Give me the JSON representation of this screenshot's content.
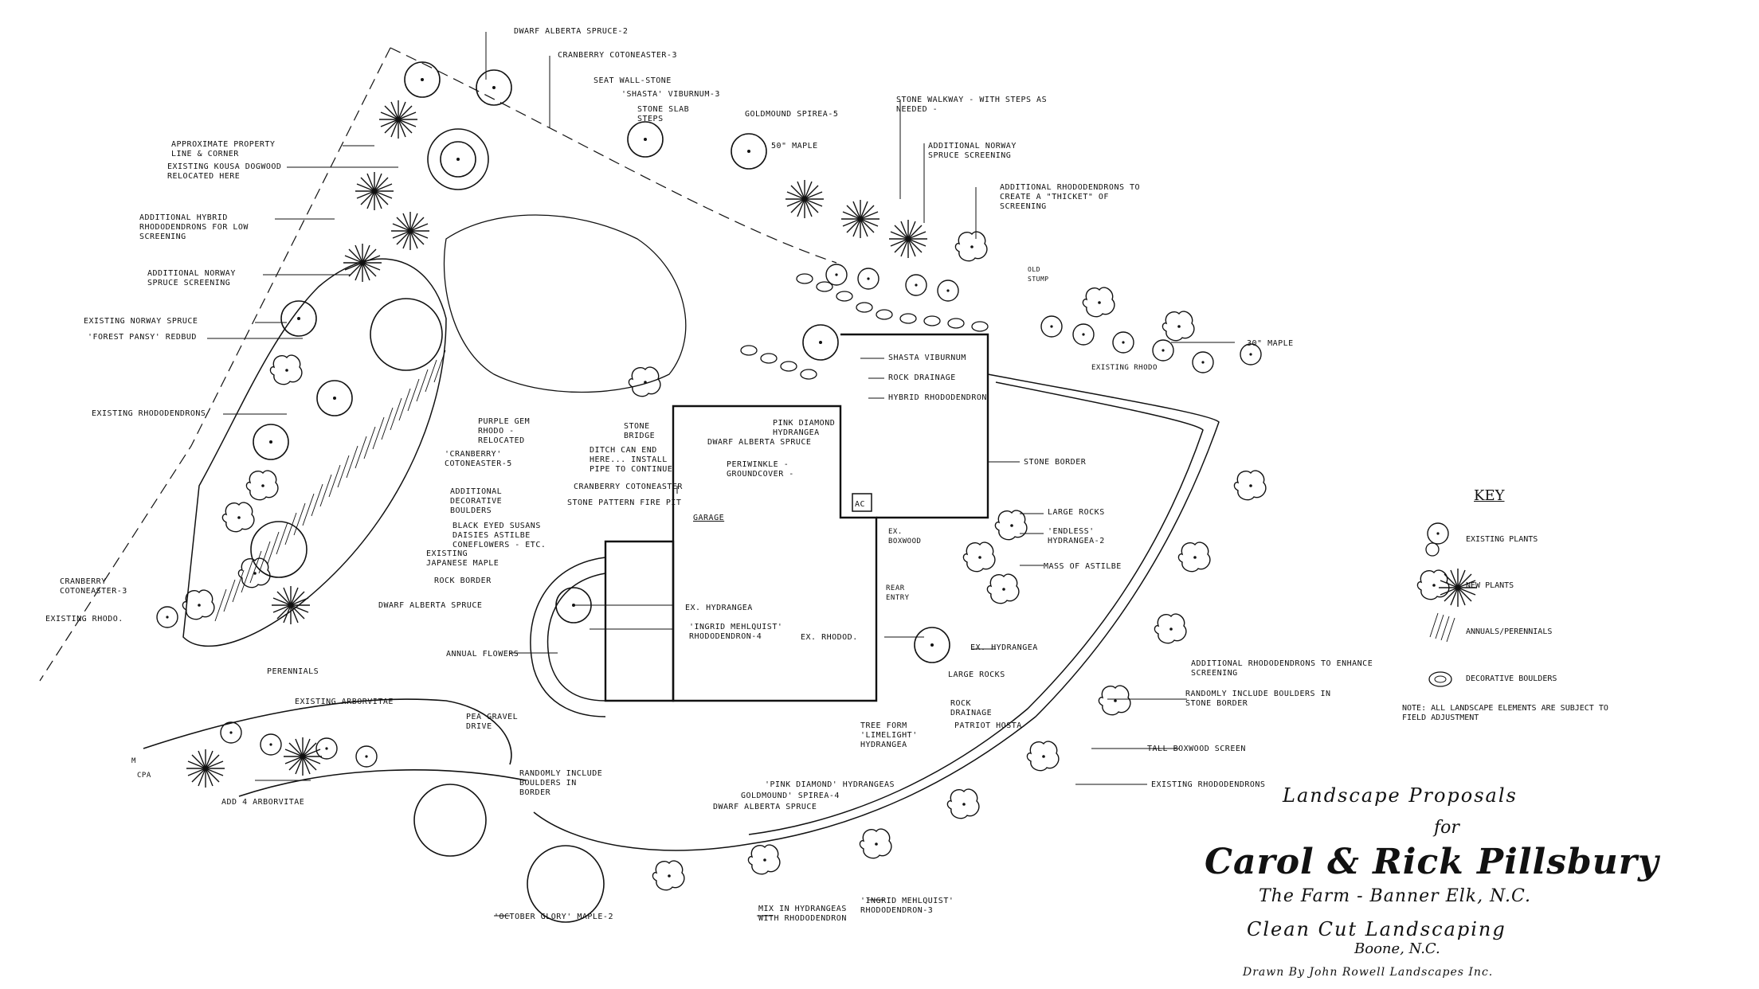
{
  "labels": {
    "dwarf_alberta_spruce_2": "Dwarf Alberta Spruce-2",
    "cranberry_cotoneaster_3_top": "Cranberry Cotoneaster-3",
    "seat_wall_stone": "Seat Wall-Stone",
    "shasta_viburnum_3": "'Shasta' Viburnum-3",
    "stone_slab_steps": "Stone Slab Steps",
    "goldmound_spirea_5": "Goldmound Spirea-5",
    "maple_50": "50\" Maple",
    "stone_walkway": "Stone Walkway - with steps as needed -",
    "additional_norway_spruce_screening_top": "Additional Norway Spruce Screening",
    "additional_rhododendrons_thicket": "Additional Rhododendrons to create a \"Thicket\" of Screening",
    "old_stump": "Old Stump",
    "maple_30": "30\" Maple",
    "existing_rhodo_right": "Existing Rhodo",
    "approx_property_line": "Approximate Property Line & Corner",
    "existing_kousa_dogwood": "Existing Kousa Dogwood Relocated Here",
    "additional_hybrid_rhodo": "Additional Hybrid Rhododendrons for Low Screening",
    "additional_norway_spruce_left": "Additional Norway Spruce Screening",
    "existing_norway_spruce": "Existing Norway Spruce",
    "forest_pansy_redbud": "'Forest Pansy' Redbud",
    "existing_rhododendrons": "Existing Rhododendrons",
    "shasta_viburnum": "Shasta Viburnum",
    "rock_drainage_top": "Rock Drainage",
    "hybrid_rhododendron": "Hybrid Rhododendron",
    "purple_gem_rhodo": "Purple Gem Rhodo - Relocated",
    "stone_bridge": "Stone Bridge",
    "pink_diamond_hydrangea": "Pink Diamond Hydrangea",
    "dwarf_alberta_spruce_mid": "Dwarf Alberta Spruce",
    "periwinkle_groundcover": "Periwinkle - Groundcover -",
    "ditch_can_end": "Ditch can end here... Install pipe to continue",
    "cranberry_cotoneaster_5": "'Cranberry' Cotoneaster-5",
    "cranberry_cotoneaster_mid": "Cranberry Cotoneaster",
    "stone_pattern_fire_pit": "Stone Pattern Fire Pit",
    "stone_border": "Stone Border",
    "additional_decorative_boulders": "Additional Decorative Boulders",
    "black_eyed_susans": "Black Eyed Susans Daisies Astilbe Coneflowers - etc.",
    "existing_japanese_maple": "Existing Japanese Maple",
    "rock_border": "Rock Border",
    "dwarf_alberta_spruce_left": "Dwarf Alberta Spruce",
    "cranberry_cotoneaster_3_left": "Cranberry Cotoneaster-3",
    "existing_rhodo_left": "Existing Rhodo.",
    "perennials": "Perennials",
    "annual_flowers": "Annual Flowers",
    "garage": "Garage",
    "ac": "AC",
    "ex_hydrangea_garage": "Ex. Hydrangea",
    "ingrid_mehlquist_4": "'Ingrid Mehlquist' Rhododendron-4",
    "ex_rhodod": "Ex. Rhodod.",
    "large_rocks_top": "Large Rocks",
    "endless_hydrangea_2": "'Endless' Hydrangea-2",
    "mass_of_astilbe": "Mass of Astilbe",
    "ex_boxwood": "Ex. Boxwood",
    "rear_entry": "Rear Entry",
    "ex_hydrangea_right": "Ex. Hydrangea",
    "large_rocks_bottom": "Large Rocks",
    "additional_rhodo_enhance": "Additional Rhododendrons to enhance screening",
    "randomly_include_boulders_stone": "Randomly include boulders in stone border",
    "rock_drainage_bottom": "Rock Drainage",
    "patriot_hosta": "Patriot Hosta",
    "tall_boxwood_screen": "Tall Boxwood Screen",
    "existing_rhododendrons_right": "Existing Rhododendrons",
    "tree_form_limelight": "Tree Form 'Limelight' Hydrangea",
    "pink_diamond_hydrangeas": "'Pink Diamond' Hydrangeas",
    "goldmound_spirea_4": "Goldmound' Spirea-4",
    "dwarf_alberta_spruce_bottom": "Dwarf Alberta Spruce",
    "existing_arborvitae": "Existing Arborvitae",
    "pea_gravel_drive": "Pea Gravel Drive",
    "randomly_include_boulders_border": "Randomly include boulders in border",
    "add_4_arborvitae": "Add 4 Arborvitae",
    "mailbox": "M",
    "cpa": "CPA",
    "october_glory_maple": "'October Glory' Maple-2",
    "mix_in_hydrangeas": "Mix in Hydrangeas with Rhododendron",
    "ingrid_mehlquist_3": "'Ingrid Mehlquist' Rhododendron-3"
  },
  "key": {
    "title": "KEY",
    "existing_plants": "Existing Plants",
    "new_plants": "New Plants",
    "annuals_perennials": "Annuals/Perennials",
    "decorative_boulders": "Decorative Boulders",
    "note": "Note: All landscape elements are subject to field adjustment"
  },
  "title_block": {
    "line1": "Landscape Proposals",
    "line2": "for",
    "line3": "Carol & Rick Pillsbury",
    "line4": "The Farm - Banner Elk, N.C.",
    "line5": "Clean Cut Landscaping",
    "line6": "Boone, N.C.",
    "line7": "Drawn By John Rowell Landscapes Inc."
  }
}
